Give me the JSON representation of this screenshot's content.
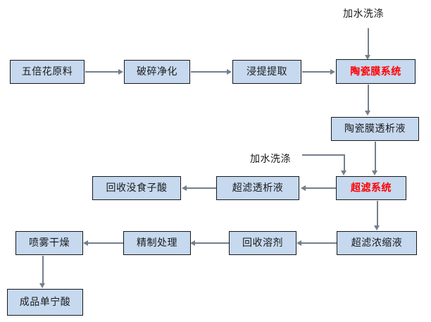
{
  "diagram": {
    "title": "",
    "colors": {
      "node_fill": "#c6d9ef",
      "node_border": "#16191c",
      "connector": "#737f8c",
      "highlight_text": "#ff0000",
      "normal_text": "#1a1a1a"
    },
    "nodes": [
      {
        "id": "raw-material",
        "label": "五倍花原料",
        "highlight": false
      },
      {
        "id": "crush-purify",
        "label": "破碎净化",
        "highlight": false
      },
      {
        "id": "extraction",
        "label": "浸提提取",
        "highlight": false
      },
      {
        "id": "ceramic-membrane",
        "label": "陶瓷膜系统",
        "highlight": true
      },
      {
        "id": "ceramic-dialysate",
        "label": "陶瓷膜透析液",
        "highlight": false
      },
      {
        "id": "ultrafiltration",
        "label": "超滤系统",
        "highlight": true
      },
      {
        "id": "uf-dialysate",
        "label": "超滤透析液",
        "highlight": false
      },
      {
        "id": "recover-gallic-acid",
        "label": "回收没食子酸",
        "highlight": false
      },
      {
        "id": "uf-concentrate",
        "label": "超滤浓缩液",
        "highlight": false
      },
      {
        "id": "recover-solvent",
        "label": "回收溶剂",
        "highlight": false
      },
      {
        "id": "refining",
        "label": "精制处理",
        "highlight": false
      },
      {
        "id": "spray-drying",
        "label": "喷雾干燥",
        "highlight": false
      },
      {
        "id": "final-product",
        "label": "成品单宁酸",
        "highlight": false
      }
    ],
    "annotations": [
      {
        "id": "water-wash-1",
        "label": "加水洗涤"
      },
      {
        "id": "water-wash-2",
        "label": "加水洗涤"
      }
    ]
  }
}
